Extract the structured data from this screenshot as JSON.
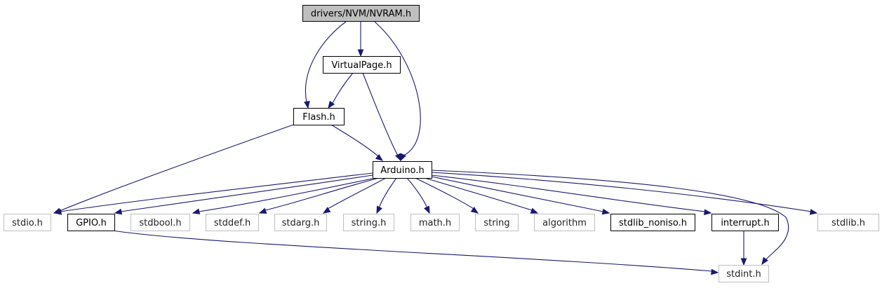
{
  "diagram": {
    "type": "include-dependency-graph",
    "colors": {
      "edge": "#191970",
      "root_fill": "#bfbfbf",
      "documented_border": "#000000",
      "undocumented_border": "#bfbfbf",
      "node_fill": "#ffffff"
    },
    "nodes": {
      "nvram": {
        "label": "drivers/NVM/NVRAM.h",
        "kind": "root"
      },
      "virtualpage": {
        "label": "VirtualPage.h",
        "kind": "documented"
      },
      "flash": {
        "label": "Flash.h",
        "kind": "documented"
      },
      "arduino": {
        "label": "Arduino.h",
        "kind": "documented"
      },
      "stdio": {
        "label": "stdio.h",
        "kind": "external"
      },
      "gpio": {
        "label": "GPIO.h",
        "kind": "documented"
      },
      "stdbool": {
        "label": "stdbool.h",
        "kind": "external"
      },
      "stddef": {
        "label": "stddef.h",
        "kind": "external"
      },
      "stdarg": {
        "label": "stdarg.h",
        "kind": "external"
      },
      "string_h": {
        "label": "string.h",
        "kind": "external"
      },
      "math": {
        "label": "math.h",
        "kind": "external"
      },
      "string": {
        "label": "string",
        "kind": "external"
      },
      "algorithm": {
        "label": "algorithm",
        "kind": "external"
      },
      "stdlib_noniso": {
        "label": "stdlib_noniso.h",
        "kind": "documented"
      },
      "interrupt": {
        "label": "interrupt.h",
        "kind": "documented"
      },
      "stdlib": {
        "label": "stdlib.h",
        "kind": "external"
      },
      "stdint": {
        "label": "stdint.h",
        "kind": "external"
      }
    },
    "edges": [
      {
        "from": "nvram",
        "to": "virtualpage"
      },
      {
        "from": "nvram",
        "to": "flash"
      },
      {
        "from": "nvram",
        "to": "arduino"
      },
      {
        "from": "virtualpage",
        "to": "flash"
      },
      {
        "from": "virtualpage",
        "to": "arduino"
      },
      {
        "from": "flash",
        "to": "arduino"
      },
      {
        "from": "flash",
        "to": "stdio"
      },
      {
        "from": "arduino",
        "to": "stdio"
      },
      {
        "from": "arduino",
        "to": "gpio"
      },
      {
        "from": "arduino",
        "to": "stdbool"
      },
      {
        "from": "arduino",
        "to": "stddef"
      },
      {
        "from": "arduino",
        "to": "stdarg"
      },
      {
        "from": "arduino",
        "to": "string_h"
      },
      {
        "from": "arduino",
        "to": "math"
      },
      {
        "from": "arduino",
        "to": "string"
      },
      {
        "from": "arduino",
        "to": "algorithm"
      },
      {
        "from": "arduino",
        "to": "stdlib_noniso"
      },
      {
        "from": "arduino",
        "to": "interrupt"
      },
      {
        "from": "arduino",
        "to": "stdlib"
      },
      {
        "from": "arduino",
        "to": "stdint"
      },
      {
        "from": "gpio",
        "to": "stdint"
      },
      {
        "from": "interrupt",
        "to": "stdint"
      }
    ]
  }
}
